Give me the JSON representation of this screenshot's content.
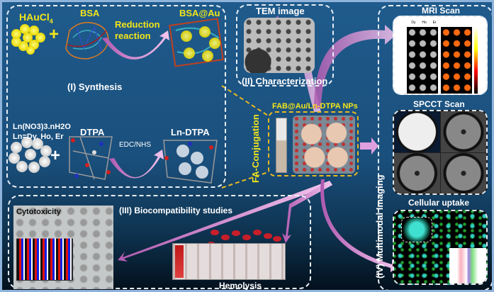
{
  "synthesis": {
    "title": "(I) Synthesis",
    "haucl4": "HAuCl",
    "haucl4_sub": "4",
    "bsa": "BSA",
    "reduction": [
      "Reduction",
      "reaction"
    ],
    "bsa_au": "BSA@Au",
    "ln_salt": "Ln(NO3)3.nH2O",
    "ln_types": "Ln=Dy, Ho, Er",
    "dtpa": "DTPA",
    "edc": "EDC/NHS",
    "ln_dtpa": "Ln-DTPA",
    "plus": "+"
  },
  "characterization": {
    "title": "(II) Characterization",
    "tem": "TEM image"
  },
  "conjugation": {
    "label": "FA-Conjugation",
    "product": "FAB@Au/Ln-DTPA NPs"
  },
  "biocompat": {
    "title": "(III) Biocompatibility studies",
    "cytotoxicity": "Cytotoxicity",
    "hemolysis": "Hemolysis"
  },
  "imaging": {
    "title": "(IV) Multimodal Imaging",
    "mri": "MRI Scan",
    "spcct": "SPCCT Scan",
    "uptake": "Cellular uptake",
    "mri_cols": [
      "Dy",
      "Ho",
      "Er"
    ]
  },
  "colors": {
    "synth_yellow": "#f2e51a",
    "arrow_pink": "#e59ad8",
    "frame": "#8fb4dc"
  }
}
